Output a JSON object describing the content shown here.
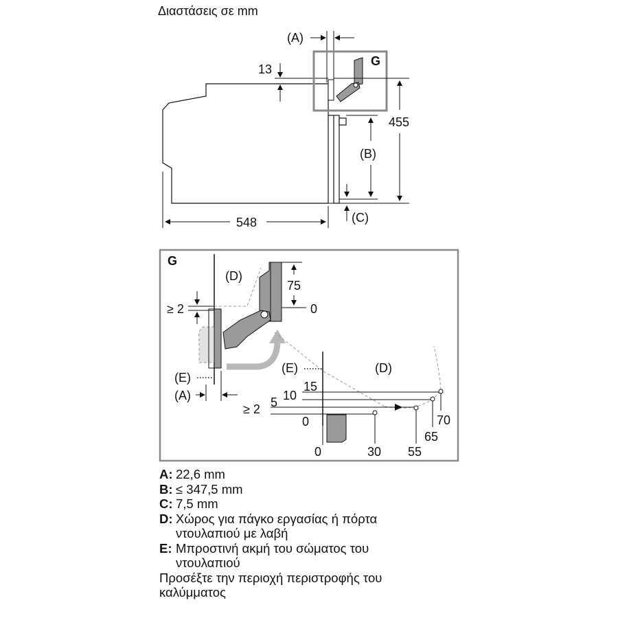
{
  "title": "Διαστάσεις σε mm",
  "top": {
    "label_A": "(A)",
    "label_G": "G",
    "dim_13": "13",
    "dim_455": "455",
    "label_B": "(B)",
    "label_C": "(C)",
    "dim_548": "548"
  },
  "detail": {
    "label_G": "G",
    "label_D1": "(D)",
    "label_D2": "(D)",
    "dim_75": "75",
    "dim_0_top": "0",
    "ge2_a": "≥ 2",
    "label_E1": "(E)",
    "label_E2": "(E)",
    "label_A": "(A)",
    "scale_15": "15",
    "scale_10": "10",
    "scale_5": "5",
    "ge2_b": "≥ 2",
    "scale_0": "0",
    "bottom_0": "0",
    "bottom_30": "30",
    "bottom_55": "55",
    "bottom_65": "65",
    "bottom_70": "70"
  },
  "legend": [
    {
      "key": "A:",
      "text": "22,6 mm"
    },
    {
      "key": "B:",
      "text": "≤ 347,5 mm"
    },
    {
      "key": "C:",
      "text": "7,5 mm"
    },
    {
      "key": "D:",
      "text": "Χώρος για πάγκο εργασίας ή πόρτα\nντουλαπιού με λαβή"
    },
    {
      "key": "E:",
      "text": "Μπροστινή ακμή του σώματος του\nντουλαπιού"
    }
  ],
  "note": "Προσέξτε την περιοχή περιστροφής του\nκαλύμματος",
  "colors": {
    "box_stroke": "#8a8a8a",
    "part_fill": "#9a9a9a",
    "arrow_gray": "#b8b8b8"
  }
}
